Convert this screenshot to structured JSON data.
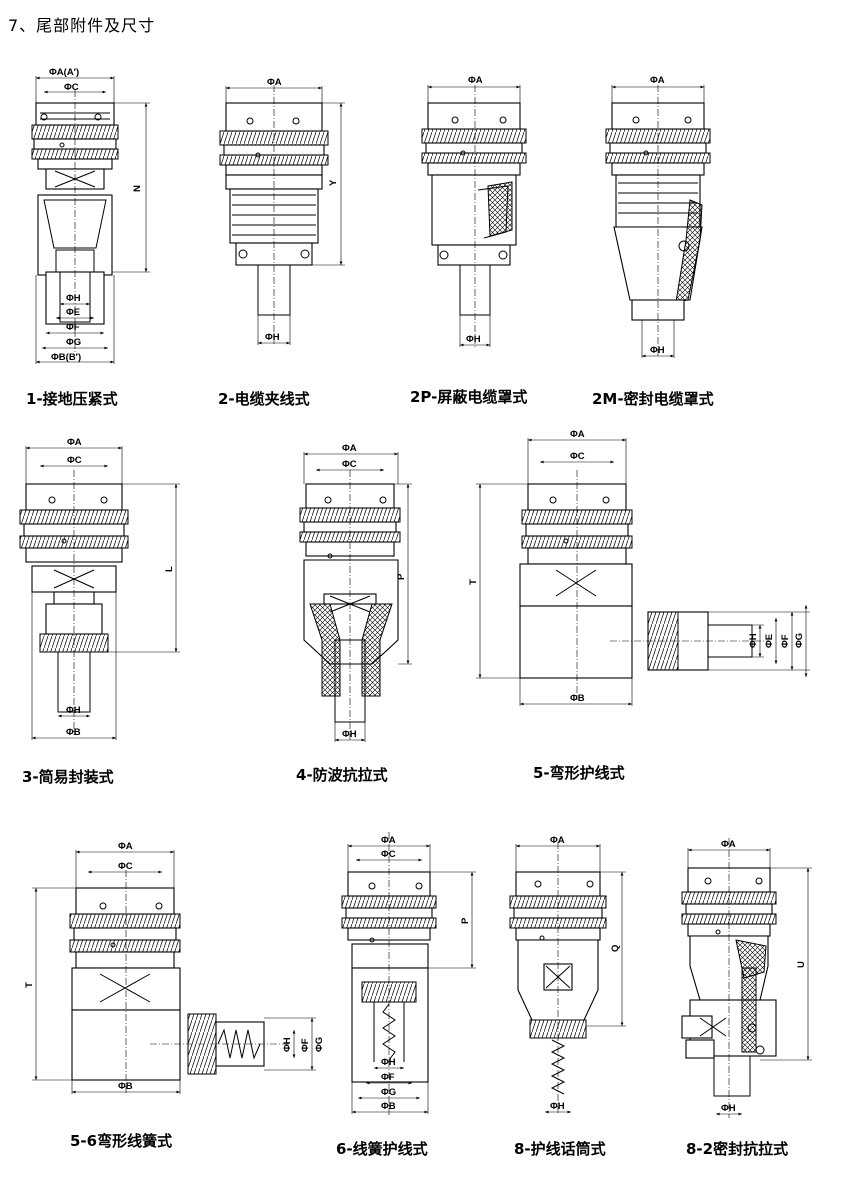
{
  "heading": "7、尾部附件及尺寸",
  "dims": {
    "phiA": "ΦA",
    "phiA_prime": "ΦA(A′)",
    "phiB": "ΦB",
    "phiB_prime": "ΦB(B′)",
    "phiC": "ΦC",
    "phiE": "ΦE",
    "phiF": "ΦF",
    "phiG": "ΦG",
    "phiH": "ΦH",
    "N": "N",
    "Y": "Y",
    "L": "L",
    "P": "P",
    "T": "T",
    "Q": "Q",
    "U": "U"
  },
  "captions": {
    "c1": "1-接地压紧式",
    "c2": "2-电缆夹线式",
    "c2p": "2P-屏蔽电缆罩式",
    "c2m": "2M-密封电缆罩式",
    "c3": "3-简易封装式",
    "c4": "4-防波抗拉式",
    "c5": "5-弯形护线式",
    "c56": "5-6弯形线簧式",
    "c6": "6-线簧护线式",
    "c8": "8-护线话筒式",
    "c82": "8-2密封抗拉式"
  }
}
